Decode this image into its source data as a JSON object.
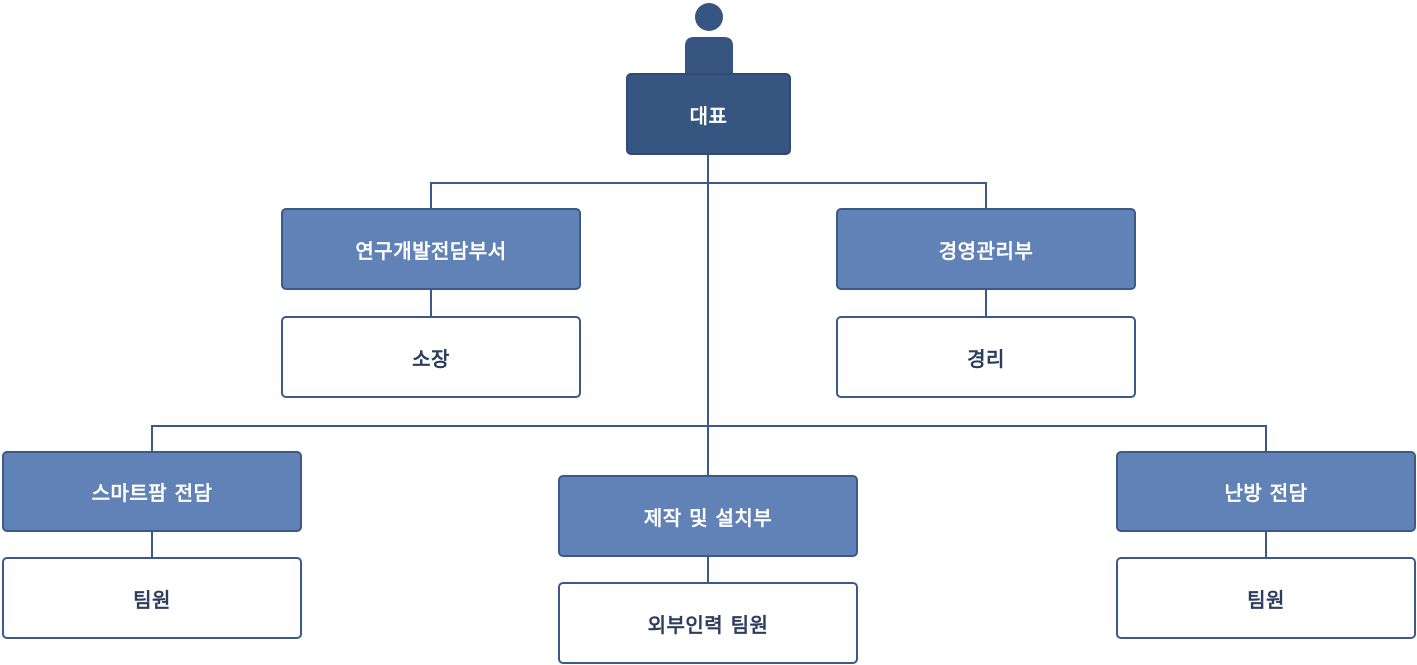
{
  "colors": {
    "head_fill": "#365581",
    "dept_fill": "#6082b6",
    "role_fill": "#ffffff",
    "border": "#3c5a87",
    "line": "#3c5a87",
    "text_dark": "#2d3e5c"
  },
  "icon": "person-icon",
  "org": {
    "ceo": "대표",
    "rnd_dept": "연구개발전담부서",
    "rnd_role": "소장",
    "admin_dept": "경영관리부",
    "admin_role": "경리",
    "smartfarm_dept": "스마트팜 전담",
    "smartfarm_role": "팀원",
    "production_dept": "제작 및 설치부",
    "production_role": "외부인력 팀원",
    "heating_dept": "난방 전담",
    "heating_role": "팀원"
  }
}
